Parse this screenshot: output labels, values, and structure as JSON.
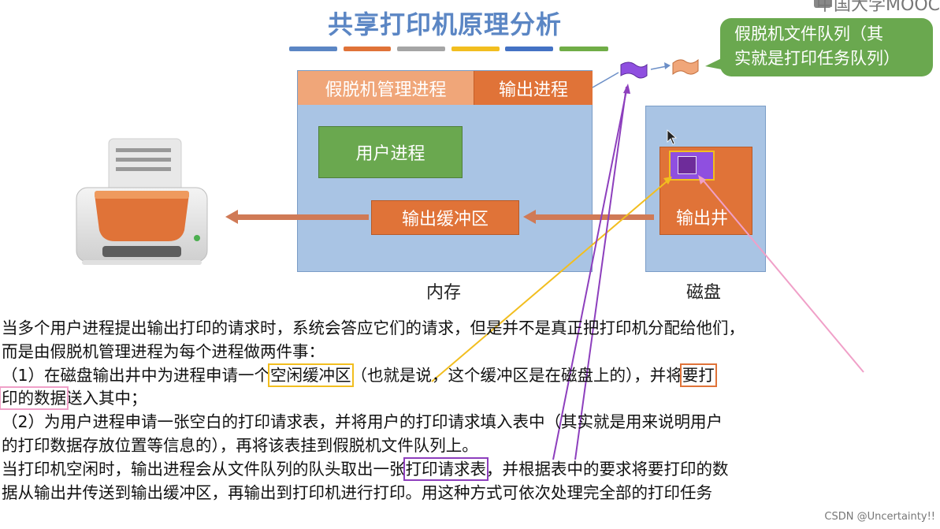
{
  "title": "共享打印机原理分析",
  "brand": "中国大学MOOC",
  "callout": {
    "line1": "假脱机文件队列（其",
    "line2": "实就是打印任务队列）"
  },
  "memory": {
    "spool_manager": "假脱机管理进程",
    "output_process": "输出进程",
    "user_process": "用户进程",
    "output_buffer": "输出缓冲区",
    "label": "内存"
  },
  "disk": {
    "output_well": "输出井",
    "label": "磁盘"
  },
  "paragraphs": {
    "p1": "当多个用户进程提出输出打印的请求时，系统会答应它们的请求，但是并不是真正把打印机分配给他们，",
    "p2": "而是由假脱机管理进程为每个进程做两件事：",
    "p3a": "（1）在磁盘输出井中为进程申请一个",
    "p3_hl": "空闲缓冲区",
    "p3b": "（也就是说，这个缓冲区是在磁盘上的），并将",
    "p3_hl2": "要打",
    "p4_hl": "印的数据",
    "p4b": "送入其中；",
    "p5": "（2）为用户进程申请一张空白的打印请求表，并将用户的打印请求填入表中（其实就是用来说明用户",
    "p6": "的打印数据存放位置等信息的），再将该表挂到假脱机文件队列上。",
    "p7a": "当打印机空闲时，输出进程会从文件队列的队头取出一张",
    "p7_hl": "打印请求表",
    "p7b": "，并根据表中的要求将要打印的数",
    "p8": "据从输出井传送到输出缓冲区，再输出到打印机进行打印。用这种方式可依次处理完全部的打印任务"
  },
  "watermark": "CSDN @Uncertainty!!",
  "colors": {
    "title_blue": "#5b86c4",
    "memory_fill": "#a9c4e4",
    "orange": "#e07338",
    "light_orange": "#f0a679",
    "green": "#6aa84f",
    "purple": "#8d3fbd",
    "yellow": "#f2be1f",
    "pink": "#f0a0c8"
  },
  "title_bar_colors": [
    "#5b86c4",
    "#e07338",
    "#a5a5a5",
    "#f2be1f",
    "#4472c4",
    "#70ad47"
  ]
}
